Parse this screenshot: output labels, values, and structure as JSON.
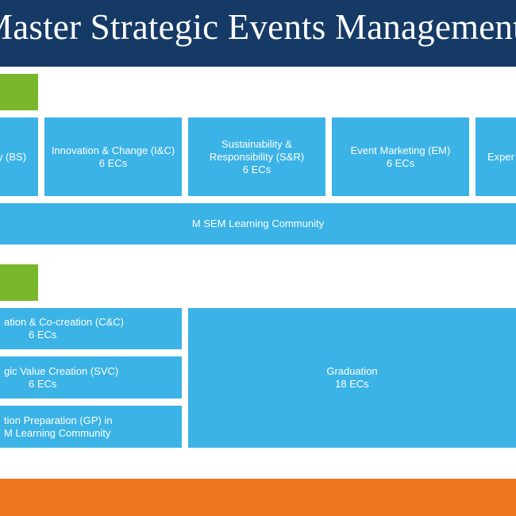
{
  "header": {
    "title": "Master Strategic Events Management"
  },
  "colors": {
    "header_bg": "#163a66",
    "block_tag": "#79b82c",
    "course_box": "#3bb3e6",
    "footer_band": "#ee761e",
    "text": "#ffffff"
  },
  "block1": {
    "courses": [
      {
        "label": "y (BS)",
        "credits": ""
      },
      {
        "label": "Innovation & Change (I&C)",
        "credits": "6 ECs"
      },
      {
        "label": "Sustainability & Responsibility (S&R)",
        "credits": "6 ECs"
      },
      {
        "label": "Event Marketing (EM)",
        "credits": "6 ECs"
      },
      {
        "label": "Exper",
        "credits": ""
      }
    ],
    "community": "M SEM Learning Community"
  },
  "block2": {
    "courses": [
      {
        "label": "ation & Co-creation (C&C)",
        "credits": "6 ECs"
      },
      {
        "label": "gic Value Creation (SVC)",
        "credits": "6 ECs"
      },
      {
        "label": "tion Preparation (GP) in",
        "sublabel": "M Learning Community"
      }
    ],
    "graduation": {
      "label": "Graduation",
      "credits": "18 ECs"
    }
  }
}
